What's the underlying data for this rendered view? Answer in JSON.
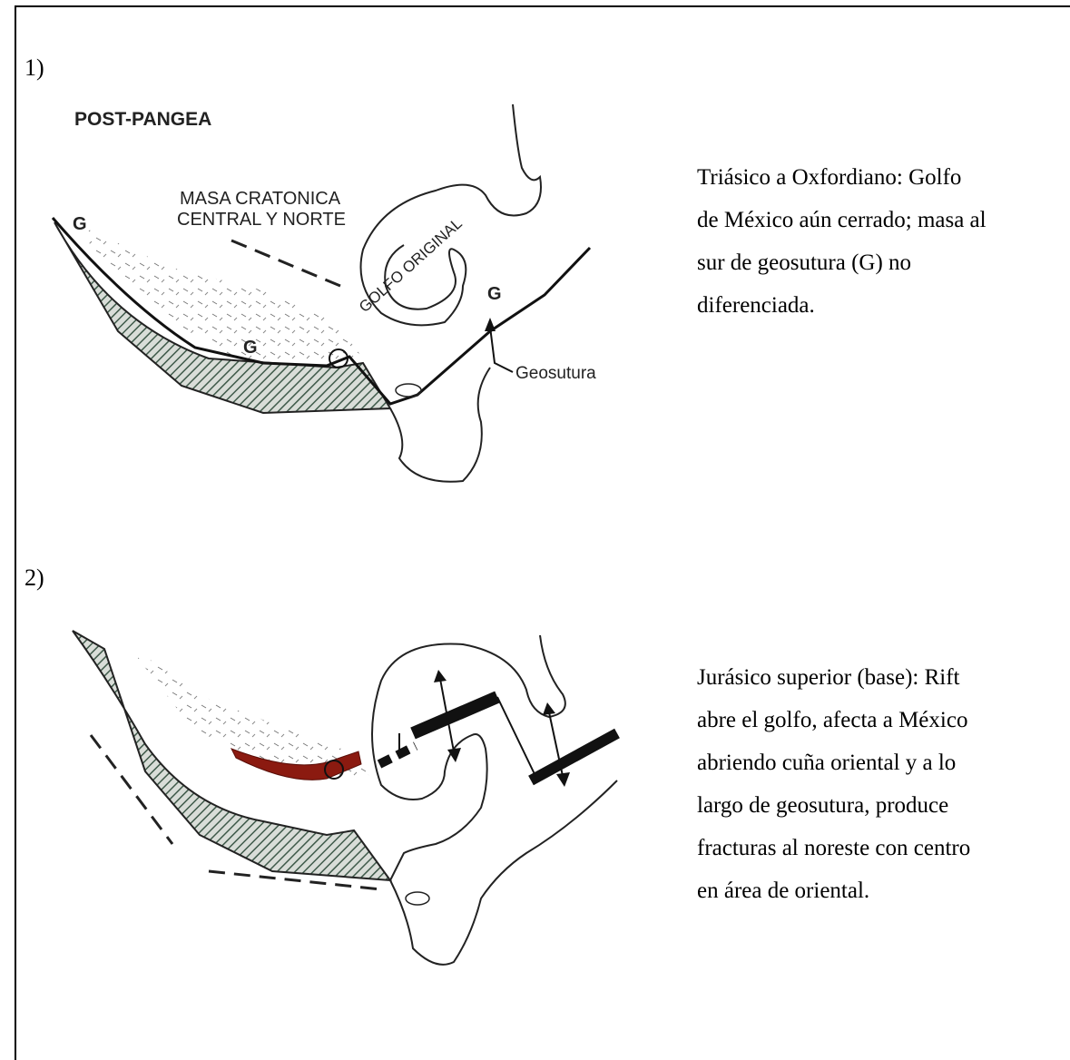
{
  "panel1": {
    "number": "1)",
    "map_labels": {
      "title": "POST-PANGEA",
      "masa_line1": "MASA CRATONICA",
      "masa_line2": "CENTRAL Y NORTE",
      "golfo": "GOLFO ORIGINAL",
      "g_left": "G",
      "g_mid": "G",
      "g_right": "G",
      "geosutura": "Geosutura"
    },
    "caption_lines": [
      "Triásico a Oxfordiano: Golfo",
      "de México aún cerrado; masa al",
      "sur de geosutura (G) no",
      "diferenciada."
    ]
  },
  "panel2": {
    "number": "2)",
    "caption_lines": [
      "Jurásico superior (base): Rift",
      "abre el golfo, afecta a México",
      "abriendo cuña oriental y a lo",
      "largo de geosutura, produce",
      "fracturas al noreste con centro",
      "en área de oriental."
    ]
  },
  "colors": {
    "rift_red": "#8b1a10",
    "hatch_green": "#3f5a4a",
    "ink": "#1a1a1a"
  }
}
